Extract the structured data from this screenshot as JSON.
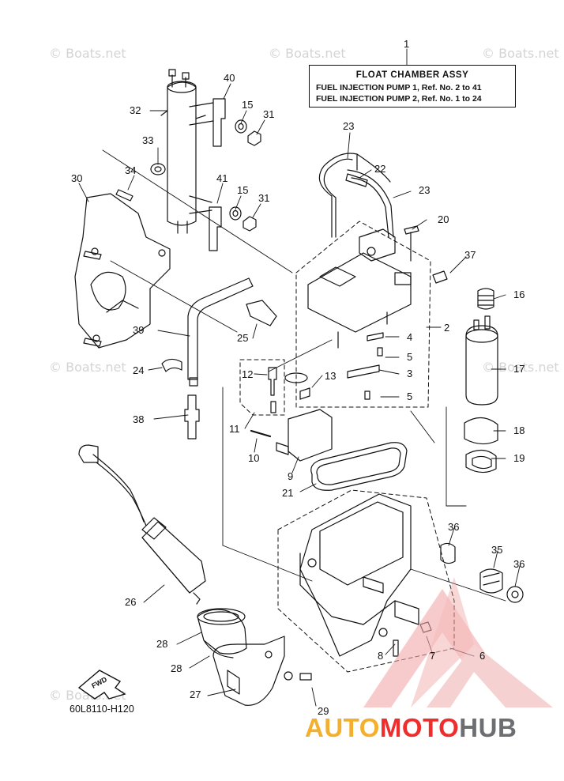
{
  "legend": {
    "title": "FLOAT CHAMBER ASSY",
    "line1": "FUEL INJECTION PUMP 1,  Ref. No. 2 to 41",
    "line2": "FUEL INJECTION PUMP 2,  Ref. No. 1 to 24"
  },
  "diagram_code": "60L8110-H120",
  "fwd_label": "FWD",
  "watermark": "© Boats.net",
  "brand": {
    "part_a": "AUTO",
    "part_b": "MOTO",
    "part_c": "HUB"
  },
  "colors": {
    "brand_yellow": "#f3b02e",
    "brand_red": "#ee2d2d",
    "brand_gray": "#6d6e71",
    "line": "#111111"
  },
  "callouts": {
    "c1": "1",
    "c2": "2",
    "c3": "3",
    "c4": "4",
    "c5a": "5",
    "c5b": "5",
    "c6": "6",
    "c7": "7",
    "c8": "8",
    "c9": "9",
    "c10": "10",
    "c11": "11",
    "c12": "12",
    "c13": "13",
    "c15a": "15",
    "c15b": "15",
    "c16": "16",
    "c17": "17",
    "c18": "18",
    "c19": "19",
    "c20": "20",
    "c21": "21",
    "c22": "22",
    "c23a": "23",
    "c23b": "23",
    "c24": "24",
    "c25": "25",
    "c26": "26",
    "c27": "27",
    "c28a": "28",
    "c28b": "28",
    "c29": "29",
    "c30": "30",
    "c31a": "31",
    "c31b": "31",
    "c32": "32",
    "c33": "33",
    "c34": "34",
    "c35": "35",
    "c36a": "36",
    "c36b": "36",
    "c37": "37",
    "c38": "38",
    "c39": "39",
    "c40": "40",
    "c41": "41"
  }
}
